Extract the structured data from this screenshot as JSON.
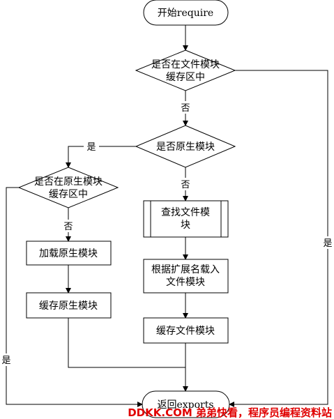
{
  "nodes": {
    "start": "开始require",
    "check_file_cache": [
      "是否在文件模块",
      "缓存区中"
    ],
    "check_native": "是否原生模块",
    "check_native_cache": [
      "是否在原生模块",
      "缓存区中"
    ],
    "find_file_module": [
      "查找文件模",
      "块"
    ],
    "load_native": "加载原生模块",
    "load_file_by_ext": [
      "根据扩展名载入",
      "文件模块"
    ],
    "cache_native": "缓存原生模块",
    "cache_file": "缓存文件模块",
    "return_exports": "返回exports"
  },
  "edges": {
    "yes": "是",
    "no": "否"
  },
  "watermark": "DDKK.COM 弟弟快看，程序员编程资料站"
}
